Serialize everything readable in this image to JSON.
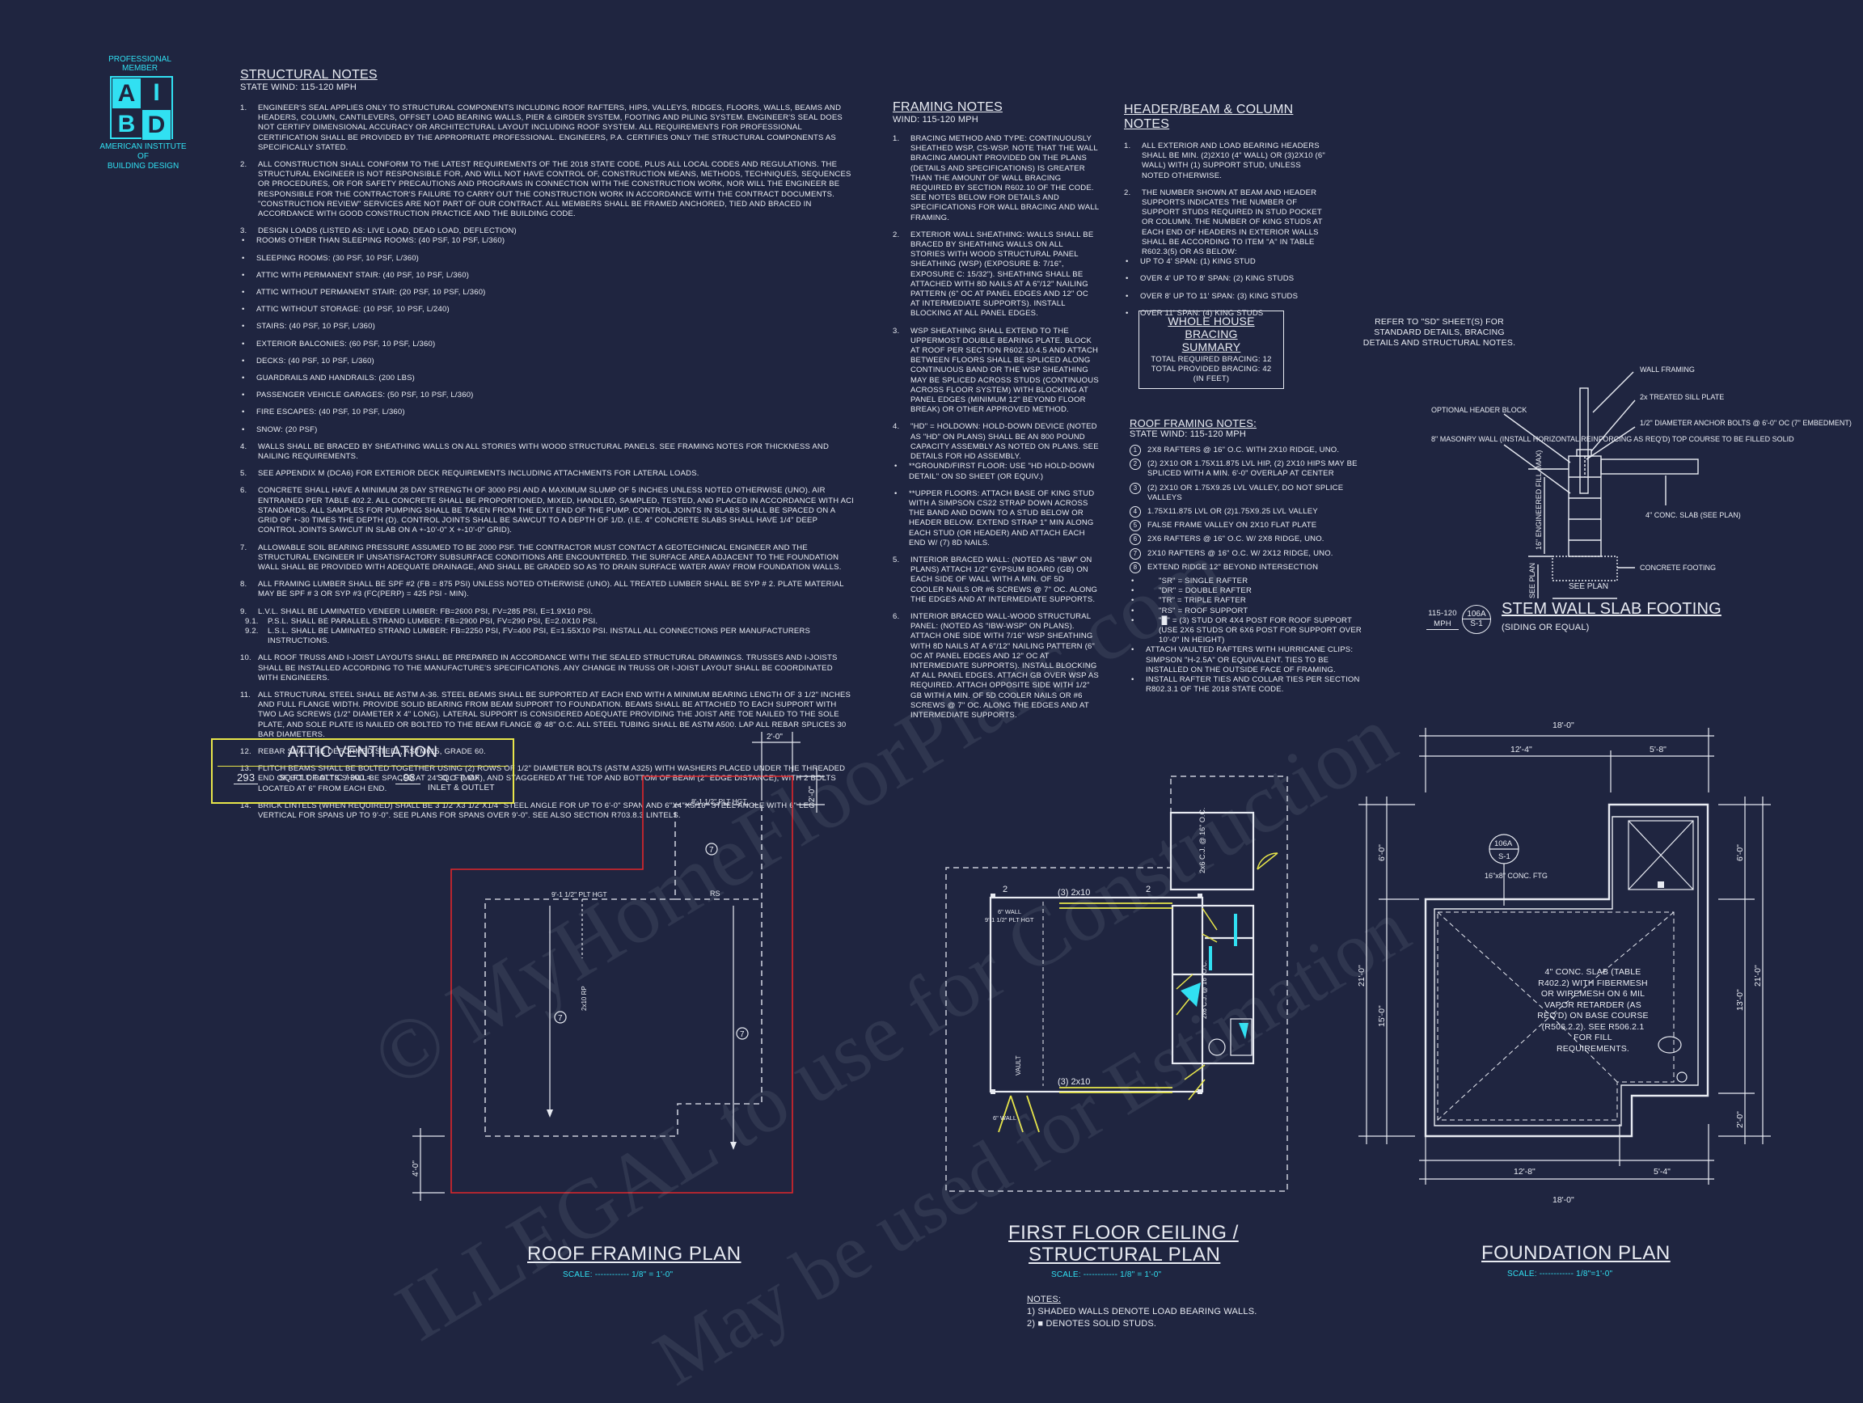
{
  "logo": {
    "top": "PROFESSIONAL MEMBER",
    "letters": [
      "A",
      "I",
      "B",
      "D"
    ],
    "bottom": [
      "AMERICAN INSTITUTE",
      "OF",
      "BUILDING DESIGN"
    ]
  },
  "structural_notes": {
    "title": "STRUCTURAL NOTES",
    "subtitle": "STATE Wind: 115-120 mph",
    "items": [
      {
        "n": "1.",
        "text": "ENGINEER'S SEAL APPLIES ONLY TO STRUCTURAL COMPONENTS INCLUDING ROOF RAFTERS, HIPS, VALLEYS, RIDGES, FLOORS, WALLS, BEAMS AND HEADERS, COLUMN, CANTILEVERS, OFFSET LOAD BEARING WALLS, PIER & GIRDER SYSTEM, FOOTING AND PILING SYSTEM. ENGINEER'S SEAL DOES NOT CERTIFY DIMENSIONAL ACCURACY OR ARCHITECTURAL LAYOUT INCLUDING ROOF SYSTEM. ALL REQUIREMENTS FOR PROFESSIONAL CERTIFICATION SHALL BE PROVIDED BY THE APPROPRIATE PROFESSIONAL. ENGINEERS, P.A. CERTIFIES ONLY THE STRUCTURAL COMPONENTS AS SPECIFICALLY STATED."
      },
      {
        "n": "2.",
        "text": "ALL CONSTRUCTION SHALL CONFORM TO THE LATEST REQUIREMENTS OF THE 2018 STATE CODE, PLUS ALL LOCAL CODES AND REGULATIONS. THE STRUCTURAL ENGINEER IS NOT RESPONSIBLE FOR, AND WILL NOT HAVE CONTROL OF, CONSTRUCTION MEANS, METHODS, TECHNIQUES, SEQUENCES OR PROCEDURES, OR FOR SAFETY PRECAUTIONS AND PROGRAMS IN CONNECTION WITH THE CONSTRUCTION WORK, NOR WILL THE ENGINEER BE RESPONSIBLE FOR THE CONTRACTOR'S FAILURE TO CARRY OUT THE CONSTRUCTION WORK IN ACCORDANCE WITH THE CONTRACT DOCUMENTS. \"CONSTRUCTION REVIEW\" SERVICES ARE NOT PART OF OUR CONTRACT. ALL MEMBERS SHALL BE FRAMED ANCHORED, TIED AND BRACED IN ACCORDANCE WITH GOOD CONSTRUCTION PRACTICE AND THE BUILDING CODE."
      },
      {
        "n": "3.",
        "text": "DESIGN LOADS (LISTED AS: LIVE LOAD, DEAD LOAD, DEFLECTION)",
        "bullets": [
          "ROOMS OTHER THAN SLEEPING ROOMS: (40 PSF, 10 PSF, L/360)",
          "SLEEPING ROOMS: (30 PSF, 10 PSF, L/360)",
          "ATTIC WITH PERMANENT STAIR: (40 PSF, 10 PSF, L/360)",
          "ATTIC WITHOUT PERMANENT STAIR: (20 PSF, 10 PSF, L/360)",
          "ATTIC WITHOUT STORAGE: (10 PSF, 10 PSF, L/240)",
          "STAIRS: (40 PSF, 10 PSF, L/360)",
          "EXTERIOR BALCONIES: (60 PSF, 10 PSF, L/360)",
          "DECKS: (40 PSF, 10 PSF, L/360)",
          "GUARDRAILS AND HANDRAILS: (200 LBS)",
          "PASSENGER VEHICLE GARAGES: (50 PSF, 10 PSF, L/360)",
          "FIRE ESCAPES: (40 PSF, 10 PSF, L/360)",
          "SNOW: (20 PSF)"
        ]
      },
      {
        "n": "4.",
        "text": "WALLS SHALL BE BRACED BY SHEATHING WALLS ON ALL STORIES WITH WOOD STRUCTURAL PANELS. SEE FRAMING NOTES FOR THICKNESS AND NAILING REQUIREMENTS."
      },
      {
        "n": "5.",
        "text": "SEE APPENDIX M (DCA6) FOR EXTERIOR DECK REQUIREMENTS INCLUDING ATTACHMENTS FOR LATERAL LOADS."
      },
      {
        "n": "6.",
        "text": "CONCRETE SHALL HAVE A MINIMUM 28 DAY STRENGTH OF 3000 PSI AND A MAXIMUM SLUMP OF 5 INCHES UNLESS NOTED OTHERWISE (UNO). AIR ENTRAINED PER TABLE 402.2. ALL CONCRETE SHALL BE PROPORTIONED, MIXED, HANDLED, SAMPLED, TESTED, AND PLACED IN ACCORDANCE WITH ACI STANDARDS. ALL SAMPLES FOR PUMPING SHALL BE TAKEN FROM THE EXIT END OF THE PUMP. CONTROL JOINTS IN SLABS SHALL BE SPACED ON A GRID OF +-30 TIMES THE DEPTH (D). CONTROL JOINTS SHALL BE SAWCUT TO A DEPTH OF 1/D. (I.E. 4\" CONCRETE SLABS SHALL HAVE 1/4\" DEEP CONTROL JOINTS SAWCUT IN SLAB ON A +-10'-0\" x +-10'-0\" GRID)."
      },
      {
        "n": "7.",
        "text": "ALLOWABLE SOIL BEARING PRESSURE ASSUMED TO BE 2000 PSF. THE CONTRACTOR MUST CONTACT A GEOTECHNICAL ENGINEER AND THE STRUCTURAL ENGINEER IF UNSATISFACTORY SUBSURFACE CONDITIONS ARE ENCOUNTERED. THE SURFACE AREA ADJACENT TO THE FOUNDATION WALL SHALL BE PROVIDED WITH ADEQUATE DRAINAGE, AND SHALL BE GRADED SO AS TO DRAIN SURFACE WATER AWAY FROM FOUNDATION WALLS."
      },
      {
        "n": "8.",
        "text": "ALL FRAMING LUMBER SHALL BE SPF #2 (Fb = 875 PSI) UNLESS NOTED OTHERWISE (UNO). ALL TREATED LUMBER SHALL BE SYP # 2. PLATE MATERIAL MAY BE SPF # 3 OR SYP #3 (Fc(perp) = 425 PSI - MIN)."
      },
      {
        "n": "9.",
        "text": "L.V.L. SHALL BE LAMINATED VENEER LUMBER: Fb=2600 PSI, Fv=285 PSI, E=1.9x10 PSI.",
        "sub": [
          [
            "9.1.",
            "P.S.L. SHALL BE PARALLEL STRAND LUMBER: Fb=2900 PSI, Fv=290 PSI, E=2.0x10 PSI."
          ],
          [
            "9.2.",
            "L.S.L. SHALL BE LAMINATED STRAND LUMBER: Fb=2250 PSI, Fv=400 PSI, E=1.55x10 PSI. INSTALL ALL CONNECTIONS PER MANUFACTURERS INSTRUCTIONS."
          ]
        ]
      },
      {
        "n": "10.",
        "text": "ALL ROOF TRUSS AND I-JOIST LAYOUTS SHALL BE PREPARED IN ACCORDANCE WITH THE SEALED STRUCTURAL DRAWINGS. TRUSSES AND I-JOISTS SHALL BE INSTALLED ACCORDING TO THE MANUFACTURE'S SPECIFICATIONS. ANY CHANGE IN TRUSS OR I-JOIST LAYOUT SHALL BE COORDINATED WITH ENGINEERS."
      },
      {
        "n": "11.",
        "text": "ALL STRUCTURAL STEEL SHALL BE ASTM A-36. STEEL BEAMS SHALL BE SUPPORTED AT EACH END WITH A MINIMUM BEARING LENGTH OF 3 1/2\" INCHES AND FULL FLANGE WIDTH. PROVIDE SOLID BEARING FROM BEAM SUPPORT TO FOUNDATION. BEAMS SHALL BE ATTACHED TO EACH SUPPORT WITH TWO LAG SCREWS (1/2\" DIAMETER x 4\" LONG). LATERAL SUPPORT IS CONSIDERED ADEQUATE PROVIDING THE JOIST ARE TOE NAILED TO THE SOLE PLATE, AND SOLE PLATE IS NAILED OR BOLTED TO THE BEAM FLANGE @ 48\" O.C. ALL STEEL TUBING SHALL BE ASTM A500. LAP ALL REBAR SPLICES 30 BAR DIAMETERS."
      },
      {
        "n": "12.",
        "text": "REBAR SHALL BE DEFORMED STEEL, ASTM615, GRADE 60."
      },
      {
        "n": "13.",
        "text": "FLITCH BEAMS SHALL BE BOLTED TOGETHER USING (2) ROWS OF 1/2\" DIAMETER BOLTS (ASTM A325) WITH WASHERS PLACED UNDER THE THREADED END OF BOLT. BOLTS SHALL BE SPACED AT 24\" O.C. (MAX), AND STAGGERED AT THE TOP AND BOTTOM OF BEAM (2\" EDGE DISTANCE), WITH 2 BOLTS LOCATED AT 6\" FROM EACH END."
      },
      {
        "n": "14.",
        "text": "BRICK LINTELS (WHEN REQUIRED) SHALL BE 3 1/2\"x3 1/2\"x1/4\" STEEL ANGLE FOR UP TO 6'-0\" SPAN AND 6\"x4\"x5/16\" STEEL ANGLE WITH 6\" LEG VERTICAL FOR SPANS UP TO 9'-0\". SEE PLANS FOR SPANS OVER 9'-0\". SEE ALSO SECTION R703.8.3 LINTELS."
      }
    ]
  },
  "framing_notes": {
    "title": "FRAMING NOTES",
    "subtitle": "Wind: 115-120 mph",
    "items": [
      {
        "n": "1.",
        "text": "BRACING METHOD AND TYPE: CONTINUOUSLY SHEATHED WSP, CS-WSP. NOTE THAT THE WALL BRACING AMOUNT PROVIDED ON THE PLANS (DETAILS AND SPECIFICATIONS) IS GREATER THAN THE AMOUNT OF WALL BRACING REQUIRED BY SECTION R602.10 OF THE CODE. SEE NOTES BELOW FOR DETAILS AND SPECIFICATIONS FOR WALL BRACING AND WALL FRAMING."
      },
      {
        "n": "2.",
        "text": "EXTERIOR WALL SHEATHING: WALLS SHALL BE BRACED BY SHEATHING WALLS ON ALL STORIES WITH WOOD STRUCTURAL PANEL SHEATHING (WSP) (EXPOSURE B: 7/16\", EXPOSURE C: 15/32\"). SHEATHING SHALL BE ATTACHED WITH 8d NAILS AT A 6\"/12\" NAILING PATTERN (6\" OC AT PANEL EDGES AND 12\" OC AT INTERMEDIATE SUPPORTS). INSTALL BLOCKING AT ALL PANEL EDGES."
      },
      {
        "n": "3.",
        "text": "WSP SHEATHING SHALL EXTEND TO THE UPPERMOST DOUBLE BEARING PLATE. BLOCK AT ROOF PER SECTION R602.10.4.5 AND ATTACH BETWEEN FLOORS SHALL BE SPLICED ALONG CONTINUOUS BAND OR THE WSP SHEATHING MAY BE SPLICED ACROSS STUDS (CONTINUOUS ACROSS FLOOR SYSTEM) WITH BLOCKING AT PANEL EDGES (MINIMUM 12\" BEYOND FLOOR BREAK) OR OTHER APPROVED METHOD."
      },
      {
        "n": "4.",
        "text": "\"HD\" = HOLDOWN: HOLD-DOWN DEVICE (NOTED AS \"HD\" ON PLANS) SHALL BE AN 800 POUND CAPACITY ASSEMBLY AS NOTED ON PLANS. SEE DETAILS FOR HD ASSEMBLY.",
        "bullets": [
          "**GROUND/FIRST FLOOR: USE \"HD HOLD-DOWN DETAIL\" ON SD SHEET (OR EQUIV.)",
          "**UPPER FLOORS: ATTACH BASE OF KING STUD WITH A SIMPSON CS22 STRAP DOWN ACROSS THE BAND AND DOWN TO A STUD BELOW OR HEADER BELOW. EXTEND STRAP 1\" MIN ALONG EACH STUD (OR HEADER) AND ATTACH EACH END W/ (7) 8d NAILS."
        ]
      },
      {
        "n": "5.",
        "text": "INTERIOR BRACED WALL: (NOTED AS \"IBW\" ON PLANS) ATTACH 1/2\" GYPSUM BOARD (GB) ON EACH SIDE OF WALL WITH A MIN. OF 5d COOLER NAILS OR #6 SCREWS @ 7\" OC. ALONG THE EDGES AND AT INTERMEDIATE SUPPORTS."
      },
      {
        "n": "6.",
        "text": "INTERIOR BRACED WALL-WOOD STRUCTURAL PANEL: (NOTED AS \"IBW-WSP\" ON PLANS). ATTACH ONE SIDE WITH 7/16\" WSP SHEATHING WITH 8d NAILS AT A 6\"/12\" NAILING PATTERN (6\" OC AT PANEL EDGES AND 12\" OC AT INTERMEDIATE SUPPORTS). INSTALL BLOCKING AT ALL PANEL EDGES. ATTACH GB OVER WSP AS REQUIRED. ATTACH OPPOSITE SIDE WITH 1/2\" GB WITH A MIN. OF 5d COOLER NAILS OR #6 SCREWS @ 7\" OC. ALONG THE EDGES AND AT INTERMEDIATE SUPPORTS."
      }
    ]
  },
  "header_notes": {
    "title": "HEADER/BEAM & COLUMN NOTES",
    "items": [
      {
        "n": "1.",
        "text": "ALL EXTERIOR AND LOAD BEARING HEADERS SHALL BE MIN. (2)2x10 (4\" WALL) OR (3)2x10 (6\" WALL) WITH (1) SUPPORT STUD, UNLESS NOTED OTHERWISE."
      },
      {
        "n": "2.",
        "text": "THE NUMBER SHOWN AT BEAM AND HEADER SUPPORTS INDICATES THE NUMBER OF SUPPORT STUDS REQUIRED IN STUD POCKET OR COLUMN. THE NUMBER OF KING STUDS AT EACH END OF HEADERS IN EXTERIOR WALLS SHALL BE ACCORDING TO ITEM \"a\" IN TABLE R602.3(5) OR AS BELOW:",
        "bullets": [
          "UP TO 4' SPAN: (1) KING STUD",
          "OVER 4' UP TO 8' SPAN: (2) KING STUDS",
          "OVER 8' UP TO 11' SPAN: (3) KING STUDS",
          "OVER 11' SPAN: (4) KING STUDS"
        ]
      }
    ]
  },
  "bracing_summary": {
    "title": "WHOLE HOUSE BRACING SUMMARY",
    "lines": [
      "TOTAL REQUIRED BRACING: 12",
      "TOTAL PROVIDED BRACING: 42",
      "(IN FEET)"
    ]
  },
  "roof_framing_notes": {
    "title": "ROOF FRAMING NOTES:",
    "subtitle": "STATE Wind: 115-120 mph",
    "items": [
      {
        "n": "1",
        "text": "2x8 RAFTERS @ 16\" O.C. WITH 2x10 RIDGE, UNO."
      },
      {
        "n": "2",
        "text": "(2) 2x10 OR 1.75x11.875 LVL HIP, (2) 2x10 HIPS MAY BE SPLICED WITH A MIN. 6'-0\" OVERLAP AT CENTER"
      },
      {
        "n": "3",
        "text": "(2) 2x10 OR 1.75x9.25 LVL VALLEY, DO NOT SPLICE VALLEYS"
      },
      {
        "n": "4",
        "text": "1.75x11.875 LVL OR (2)1.75x9.25 LVL VALLEY"
      },
      {
        "n": "5",
        "text": "FALSE FRAME VALLEY ON 2x10 FLAT PLATE"
      },
      {
        "n": "6",
        "text": "2x6 RAFTERS @ 16\" O.C. W/ 2x8 RIDGE, UNO."
      },
      {
        "n": "7",
        "text": "2x10 RAFTERS @ 16\" O.C. W/ 2x12 RIDGE, UNO."
      },
      {
        "n": "8",
        "text": "EXTEND RIDGE 12\" BEYOND INTERSECTION"
      }
    ],
    "legend": [
      "\"SR\" = SINGLE RAFTER",
      "\"DR\" = DOUBLE RAFTER",
      "\"TR\" = TRIPLE RAFTER",
      "\"RS\" = ROOF SUPPORT",
      "\"█\" = (3) STUD OR 4x4 POST FOR ROOF SUPPORT (USE 2x6 STUDS OR 6x6 POST FOR SUPPORT OVER 10'-0\" IN HEIGHT)"
    ],
    "bullets": [
      "ATTACH VAULTED RAFTERS WITH HURRICANE CLIPS: SIMPSON \"H-2.5A\" OR EQUIVALENT. TIES TO BE INSTALLED ON THE OUTSIDE FACE OF FRAMING.",
      "INSTALL RAFTER TIES AND COLLAR TIES PER SECTION R802.3.1 OF THE 2018 STATE CODE."
    ]
  },
  "refer_note": "REFER TO \"SD\" SHEET(S) FOR STANDARD DETAILS, BRACING DETAILS AND STRUCTURAL NOTES.",
  "stem_wall": {
    "labels": {
      "wall_framing": "WALL FRAMING",
      "sill_plate": "2x TREATED SILL PLATE",
      "anchor": "1/2\" DIAMETER ANCHOR BOLTS @ 6'-0\" OC (7\" EMBEDMENT)",
      "header_block": "OPTIONAL HEADER BLOCK",
      "masonry": "8\" MASONRY WALL (INSTALL HORIZONTAL REINFORCING AS REQ'D) TOP COURSE TO BE FILLED SOLID",
      "fill": "16\" ENGINEERED FILL (MAX)",
      "slab": "4\" CONC. SLAB (SEE PLAN)",
      "footing": "CONCRETE FOOTING",
      "see_plan_v": "SEE PLAN",
      "see_plan_h": "SEE PLAN"
    },
    "tag_mph": "115-120 MPH",
    "tag_ref": "106A",
    "tag_sheet": "S-1",
    "title": "STEM WALL SLAB FOOTING",
    "subtitle": "(SIDING OR EQUAL)"
  },
  "attic": {
    "title": "ATTIC VENTILATION",
    "sqft": "293",
    "text1": "SQ FT OF ATTIC / 300 =",
    "result": ".98",
    "text2": "SQ. FT. OF",
    "text3": "INLET & OUTLET"
  },
  "roof_plan": {
    "dim_top": "2'-0\"",
    "dim_right": "2'-0\"",
    "dim_left": "4'-0\"",
    "hgt1": "8'-1 1/2\" PLT HGT",
    "hgt2": "9'-1 1/2\" PLT HGT",
    "rs": "RS",
    "ridge": "2x10 RP",
    "num": "7",
    "title": "ROOF FRAMING PLAN",
    "scale": "SCALE: ------------ 1/8\" = 1'-0\""
  },
  "ceiling_plan": {
    "header": "(3) 2x10",
    "header2": "(3) 2x10",
    "stud": "2",
    "wall_label": "6\" WALL",
    "hgt": "9'-1 1/2\" PLT HGT",
    "wall_label2": "6\" WALL",
    "joist": "2x6 C.J. @ 16\" O.C.",
    "joist2": "2x6 C.J. @ 16\" O.C.",
    "vault": "VAULT",
    "title1": "FIRST FLOOR CEILING /",
    "title2": "STRUCTURAL PLAN",
    "scale": "SCALE: ------------ 1/8\" = 1'-0\"",
    "notes_title": "NOTES:",
    "notes": [
      "1) SHADED WALLS DENOTE LOAD BEARING WALLS.",
      "2) ■ DENOTES SOLID STUDS."
    ]
  },
  "foundation_plan": {
    "dim_top": "18'-0\"",
    "dim_top_a": "12'-4\"",
    "dim_top_b": "5'-8\"",
    "dim_bot_a": "12'-8\"",
    "dim_bot_b": "5'-4\"",
    "dim_bot": "18'-0\"",
    "dim_left_top": "6'-0\"",
    "dim_left_mid": "15'-0\"",
    "dim_left_total": "21'-0\"",
    "dim_right_top": "6'-0\"",
    "dim_right_mid": "13'-0\"",
    "dim_right_bot": "2'-0\"",
    "dim_right_total": "21'-0\"",
    "tag_ref": "106A",
    "tag_sheet": "S-1",
    "ftg": "16\"x8\" CONC. FTG",
    "slab_note": "4\" CONC. SLAB (TABLE R402.2) WITH FIBERMESH OR WIREMESH ON 6 MIL VAPOR RETARDER (AS REQ'D) ON BASE COURSE (R506.2.2). SEE R506.2.1 FOR FILL REQUIREMENTS.",
    "title": "FOUNDATION PLAN",
    "scale": "SCALE: ------------ 1/8\"=1'-0\""
  },
  "watermarks": [
    "© MyHomeFloorPlans.com",
    "ILLEGAL to use for Construction",
    "May be used for Estimation"
  ],
  "colors": {
    "background": "#1f2540",
    "line": "#e8ebf2",
    "accent": "#31e0f2",
    "highlight": "#e8e64a",
    "roof_outline": "#e0262b"
  }
}
